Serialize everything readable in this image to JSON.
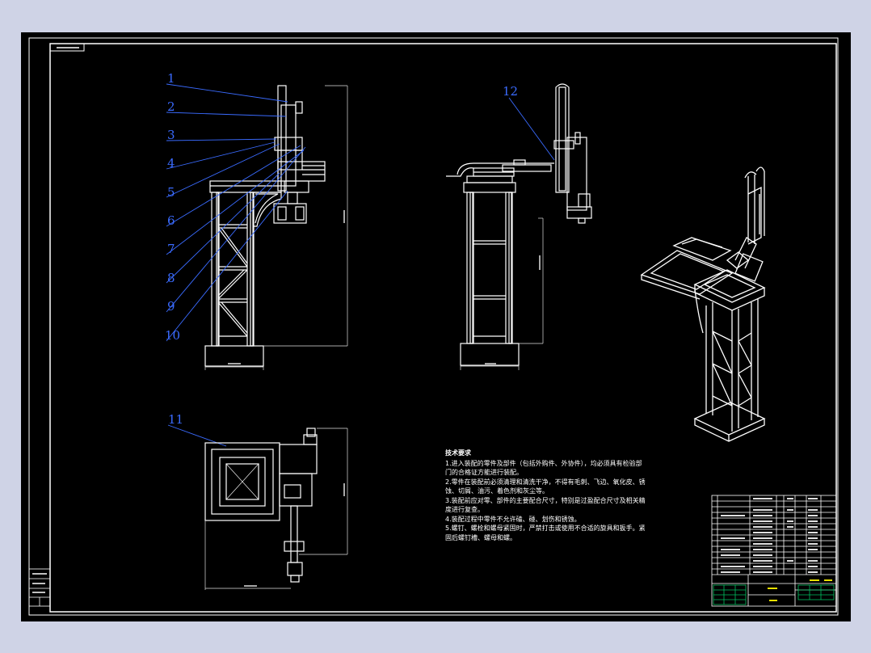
{
  "callouts": [
    {
      "id": "1",
      "label": "1"
    },
    {
      "id": "2",
      "label": "2"
    },
    {
      "id": "3",
      "label": "3"
    },
    {
      "id": "4",
      "label": "4"
    },
    {
      "id": "5",
      "label": "5"
    },
    {
      "id": "6",
      "label": "6"
    },
    {
      "id": "7",
      "label": "7"
    },
    {
      "id": "8",
      "label": "8"
    },
    {
      "id": "9",
      "label": "9"
    },
    {
      "id": "10",
      "label": "10"
    },
    {
      "id": "11",
      "label": "11"
    },
    {
      "id": "12",
      "label": "12"
    }
  ],
  "technical_requirements": {
    "title": "技术要求",
    "items": [
      "1.进入装配的零件及部件（包括外购件、外协件），均必须具有检验部门的合格证方能进行装配。",
      "2.零件在装配前必须清理和清洗干净，不得有毛刺、飞边、氧化皮、锈蚀、切屑、油污、着色剂和灰尘等。",
      "3.装配前应对零、部件的主要配合尺寸，特别是过盈配合尺寸及相关精度进行复查。",
      "4.装配过程中零件不允许磕、碰、划伤和锈蚀。",
      "5.螺钉、螺栓和螺母紧固时，严禁打击或使用不合适的旋具和扳手。紧固后螺钉槽、螺母和螺。"
    ]
  },
  "colors": {
    "canvas_bg": "#cfd3e6",
    "drawing_bg": "#000000",
    "line": "#ffffff",
    "callout": "#3a6bff",
    "dimension": "#e0e0e0",
    "titleblock_green": "#00c060",
    "titleblock_yellow": "#e8e000"
  }
}
